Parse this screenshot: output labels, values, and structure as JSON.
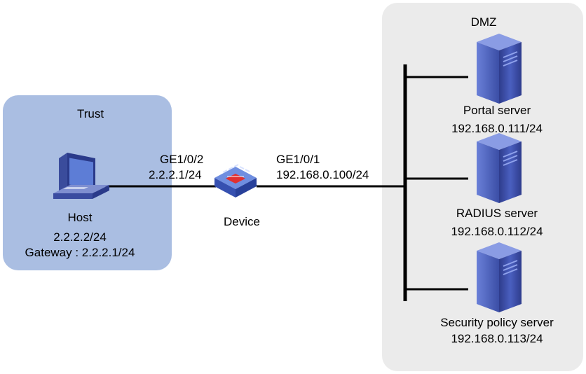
{
  "zones": {
    "trust": {
      "label": "Trust",
      "color": "#aabee2"
    },
    "dmz": {
      "label": "DMZ",
      "color": "#ebebeb"
    }
  },
  "host": {
    "label": "Host",
    "ip": "2.2.2.2/24",
    "gateway": "Gateway : 2.2.2.1/24",
    "icon": "desktop-computer-icon"
  },
  "device": {
    "label": "Device",
    "icon": "firewall-icon",
    "left_port": {
      "name": "GE1/0/2",
      "ip": "2.2.2.1/24"
    },
    "right_port": {
      "name": "GE1/0/1",
      "ip": "192.168.0.100/24"
    }
  },
  "servers": [
    {
      "label": "Portal server",
      "ip": "192.168.0.111/24",
      "icon": "server-icon"
    },
    {
      "label": "RADIUS server",
      "ip": "192.168.0.112/24",
      "icon": "server-icon"
    },
    {
      "label": "Security policy server",
      "ip": "192.168.0.113/24",
      "icon": "server-icon"
    }
  ],
  "colors": {
    "link": "#000000",
    "device_body": "#4a6fd0",
    "device_accent": "#e03030",
    "server": "#3c50a8"
  }
}
